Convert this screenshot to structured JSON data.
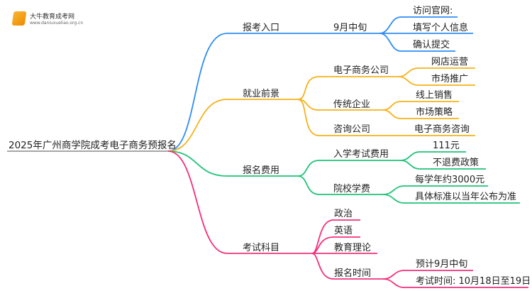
{
  "logo": {
    "title": "大牛教育成考网",
    "url": "www.daniuxueliao.org.cn"
  },
  "root": "2025年广州商学院成考电子商务预报名",
  "colors": {
    "blue": "#2f8cf5",
    "orange": "#f5b21a",
    "green": "#1fc377",
    "pink": "#f4307a"
  },
  "branches": [
    {
      "label": "报考入口",
      "children": [
        {
          "label": "9月中旬",
          "children": [
            "访问官网:",
            "填写个人信息",
            "确认提交"
          ]
        }
      ]
    },
    {
      "label": "就业前景",
      "children": [
        {
          "label": "电子商务公司",
          "children": [
            "网店运营",
            "市场推广"
          ]
        },
        {
          "label": "传统企业",
          "children": [
            "线上销售",
            "市场策略"
          ]
        },
        {
          "label": "咨询公司",
          "children": [
            "电子商务咨询"
          ]
        }
      ]
    },
    {
      "label": "报名费用",
      "children": [
        {
          "label": "入学考试费用",
          "children": [
            "111元",
            "不退费政策"
          ]
        },
        {
          "label": "院校学费",
          "children": [
            "每学年约3000元",
            "具体标准以当年公布为准"
          ]
        }
      ]
    },
    {
      "label": "考试科目",
      "children": [
        {
          "label": "政治",
          "children": []
        },
        {
          "label": "英语",
          "children": []
        },
        {
          "label": "教育理论",
          "children": []
        },
        {
          "label": "报名时间",
          "children": [
            "预计9月中旬",
            "考试时间: 10月18日至19日"
          ]
        }
      ]
    }
  ]
}
